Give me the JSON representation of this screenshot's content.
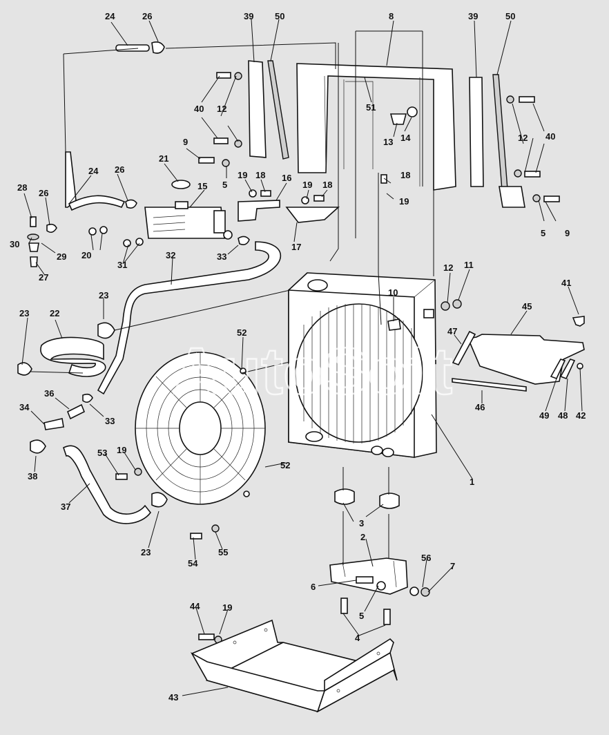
{
  "watermark": "AutoSoft",
  "callouts": [
    {
      "id": "c24a",
      "text": "24"
    },
    {
      "id": "c26a",
      "text": "26"
    },
    {
      "id": "c39a",
      "text": "39"
    },
    {
      "id": "c50a",
      "text": "50"
    },
    {
      "id": "c8",
      "text": "8"
    },
    {
      "id": "c39b",
      "text": "39"
    },
    {
      "id": "c50b",
      "text": "50"
    },
    {
      "id": "c40a",
      "text": "40"
    },
    {
      "id": "c12a",
      "text": "12"
    },
    {
      "id": "c51",
      "text": "51"
    },
    {
      "id": "c13",
      "text": "13"
    },
    {
      "id": "c14",
      "text": "14"
    },
    {
      "id": "c12b",
      "text": "12"
    },
    {
      "id": "c40b",
      "text": "40"
    },
    {
      "id": "c9a",
      "text": "9"
    },
    {
      "id": "c21",
      "text": "21"
    },
    {
      "id": "c5a",
      "text": "5"
    },
    {
      "id": "c19a",
      "text": "19"
    },
    {
      "id": "c18a",
      "text": "18"
    },
    {
      "id": "c18b",
      "text": "18"
    },
    {
      "id": "c24b",
      "text": "24"
    },
    {
      "id": "c26b",
      "text": "26"
    },
    {
      "id": "c15",
      "text": "15"
    },
    {
      "id": "c16",
      "text": "16"
    },
    {
      "id": "c19b",
      "text": "19"
    },
    {
      "id": "c18c",
      "text": "18"
    },
    {
      "id": "c19c",
      "text": "19"
    },
    {
      "id": "c28",
      "text": "28"
    },
    {
      "id": "c26c",
      "text": "26"
    },
    {
      "id": "c5b",
      "text": "5"
    },
    {
      "id": "c9b",
      "text": "9"
    },
    {
      "id": "c30",
      "text": "30"
    },
    {
      "id": "c29",
      "text": "29"
    },
    {
      "id": "c20",
      "text": "20"
    },
    {
      "id": "c31",
      "text": "31"
    },
    {
      "id": "c33a",
      "text": "33"
    },
    {
      "id": "c17",
      "text": "17"
    },
    {
      "id": "c27",
      "text": "27"
    },
    {
      "id": "c32",
      "text": "32"
    },
    {
      "id": "c12c",
      "text": "12"
    },
    {
      "id": "c11",
      "text": "11"
    },
    {
      "id": "c41",
      "text": "41"
    },
    {
      "id": "c23a",
      "text": "23"
    },
    {
      "id": "c10",
      "text": "10"
    },
    {
      "id": "c23b",
      "text": "23"
    },
    {
      "id": "c22",
      "text": "22"
    },
    {
      "id": "c45",
      "text": "45"
    },
    {
      "id": "c52a",
      "text": "52"
    },
    {
      "id": "c47",
      "text": "47"
    },
    {
      "id": "c36",
      "text": "36"
    },
    {
      "id": "c46",
      "text": "46"
    },
    {
      "id": "c49",
      "text": "49"
    },
    {
      "id": "c48",
      "text": "48"
    },
    {
      "id": "c42",
      "text": "42"
    },
    {
      "id": "c34",
      "text": "34"
    },
    {
      "id": "c33b",
      "text": "33"
    },
    {
      "id": "c52b",
      "text": "52"
    },
    {
      "id": "c53",
      "text": "53"
    },
    {
      "id": "c19d",
      "text": "19"
    },
    {
      "id": "c38",
      "text": "38"
    },
    {
      "id": "c1",
      "text": "1"
    },
    {
      "id": "c37",
      "text": "37"
    },
    {
      "id": "c3",
      "text": "3"
    },
    {
      "id": "c23c",
      "text": "23"
    },
    {
      "id": "c55",
      "text": "55"
    },
    {
      "id": "c2",
      "text": "2"
    },
    {
      "id": "c54",
      "text": "54"
    },
    {
      "id": "c56",
      "text": "56"
    },
    {
      "id": "c7",
      "text": "7"
    },
    {
      "id": "c6",
      "text": "6"
    },
    {
      "id": "c5c",
      "text": "5"
    },
    {
      "id": "c4",
      "text": "4"
    },
    {
      "id": "c44",
      "text": "44"
    },
    {
      "id": "c19e",
      "text": "19"
    },
    {
      "id": "c43",
      "text": "43"
    }
  ]
}
